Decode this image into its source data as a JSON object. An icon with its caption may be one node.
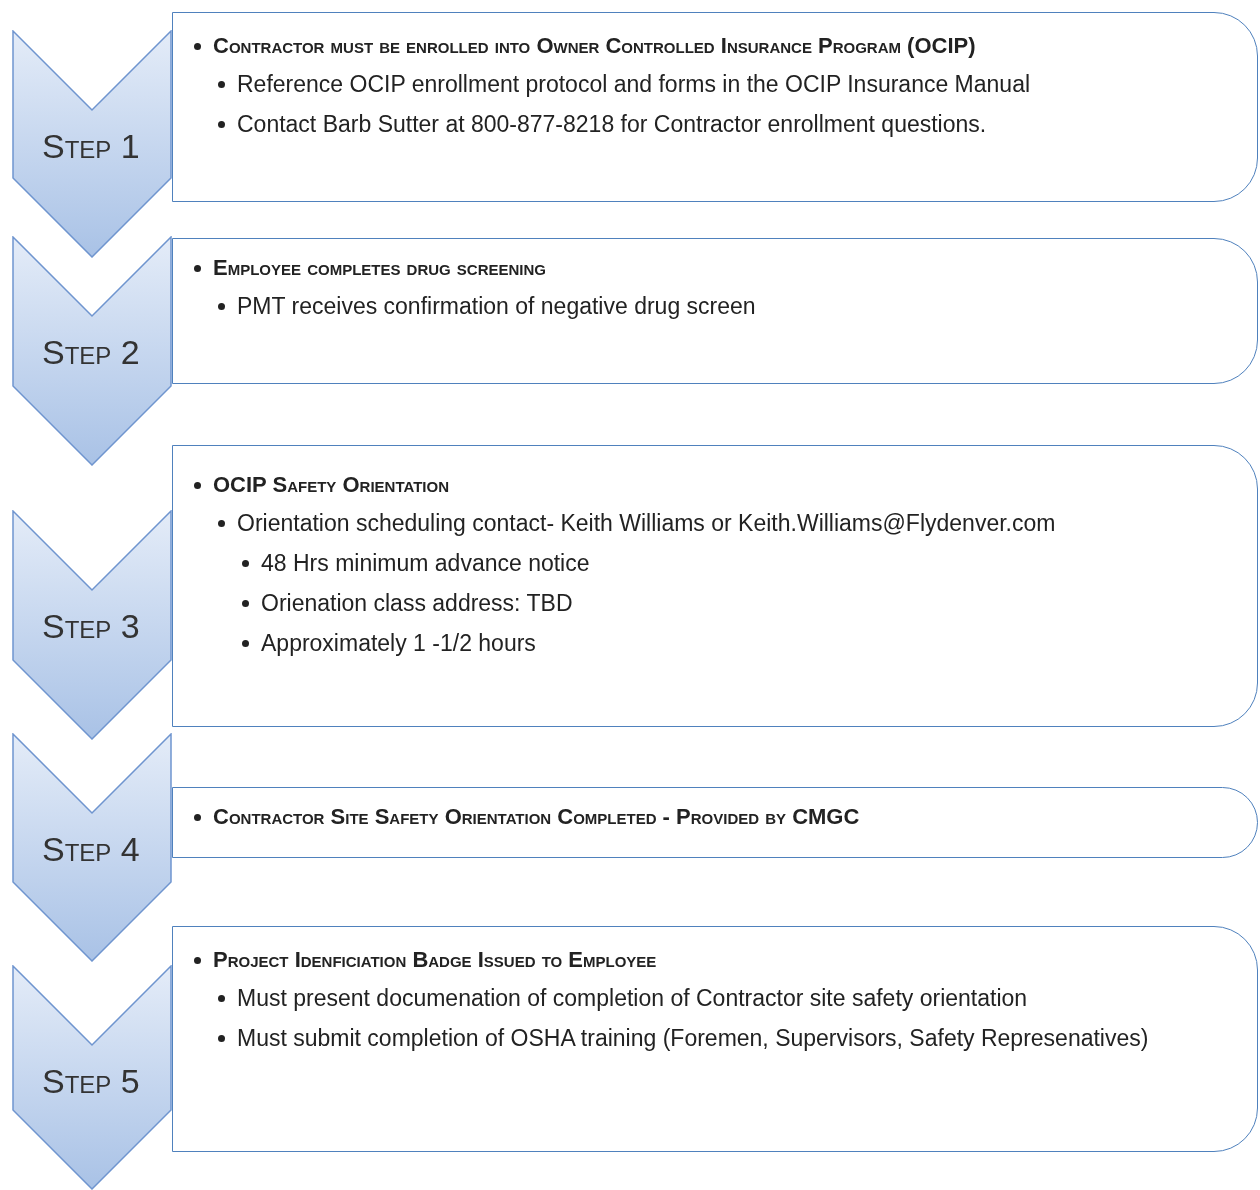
{
  "diagram": {
    "nodes": [
      {
        "text": [
          "Step 1"
        ]
      },
      {
        "text": [
          "Contractor must be enrolled into Owner Controlled Insurance Program (OCIP)",
          "Reference OCIP enrollment protocol  and forms in the OCIP Insurance Manual",
          "Contact Barb Sutter at 800-877-8218 for Contractor enrollment questions."
        ]
      },
      {
        "text": [
          "Step 2"
        ]
      },
      {
        "text": [
          "Employee completes drug screening",
          "PMT receives confirmation of negative drug screen"
        ]
      },
      {
        "text": [
          "Step 3"
        ]
      },
      {
        "text": [
          "OCIP Safety Orientation",
          "Orientation scheduling contact- Keith Williams or Keith.Williams@Flydenver.com",
          "48 Hrs minimum advance notice",
          "Orienation class address: TBD",
          "Approximately 1 -1/2 hours"
        ]
      },
      {
        "text": [
          "Step 4"
        ]
      },
      {
        "text": [
          "Contractor Site Safety Orientation Completed - Provided by CMGC"
        ]
      },
      {
        "text": [
          "Step 5"
        ]
      },
      {
        "text": [
          "Project Idenficiation Badge Issued to Employee",
          "Must present documenation of completion of Contractor site safety orientation",
          "Must submit completion of OSHA training (Foremen, Supervisors, Safety Represenatives)"
        ]
      }
    ]
  }
}
